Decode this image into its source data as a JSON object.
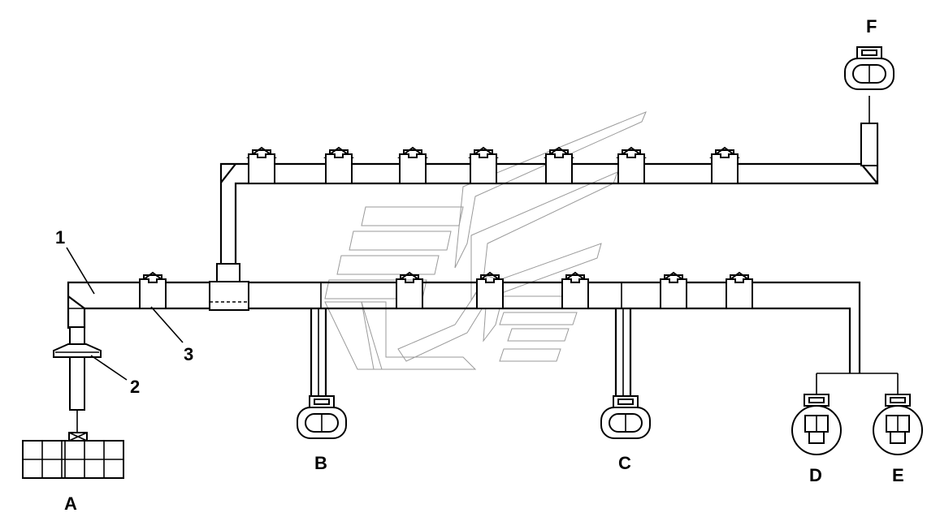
{
  "diagram": {
    "connector_labels": {
      "A": "A",
      "B": "B",
      "C": "C",
      "D": "D",
      "E": "E",
      "F": "F"
    },
    "callouts": {
      "1": "1",
      "2": "2",
      "3": "3"
    }
  }
}
